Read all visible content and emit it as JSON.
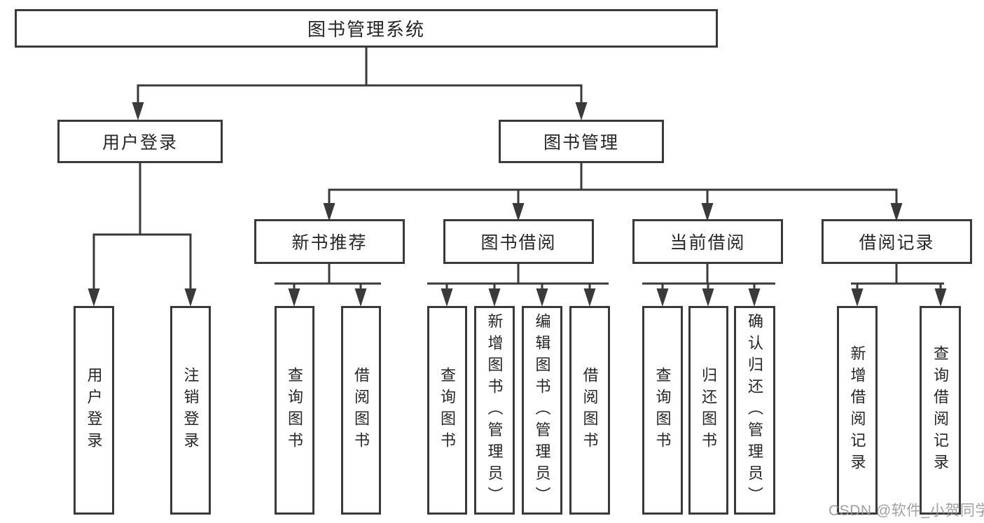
{
  "colors": {
    "line": "#3a3a3a",
    "box_border": "#3a3a3a",
    "text": "#262626",
    "watermark": "#98989c",
    "background": "#ffffff"
  },
  "watermark": {
    "text": "CSDN @软件_小贺同学"
  },
  "tree": {
    "root": {
      "label": "图书管理系统"
    },
    "branches": [
      {
        "label": "用户登录",
        "children": [
          {
            "label": "用户登录"
          },
          {
            "label": "注销登录"
          }
        ]
      },
      {
        "label": "图书管理",
        "children": [
          {
            "label": "新书推荐",
            "children": [
              {
                "label": "查询图书"
              },
              {
                "label": "借阅图书"
              }
            ]
          },
          {
            "label": "图书借阅",
            "children": [
              {
                "label": "查询图书"
              },
              {
                "label": "新增图书（管理员）"
              },
              {
                "label": "编辑图书（管理员）"
              },
              {
                "label": "借阅图书"
              }
            ]
          },
          {
            "label": "当前借阅",
            "children": [
              {
                "label": "查询图书"
              },
              {
                "label": "归还图书"
              },
              {
                "label": "确认归还（管理员）"
              }
            ]
          },
          {
            "label": "借阅记录",
            "children": [
              {
                "label": "新增借阅记录"
              },
              {
                "label": "查询借阅记录"
              }
            ]
          }
        ]
      }
    ]
  }
}
